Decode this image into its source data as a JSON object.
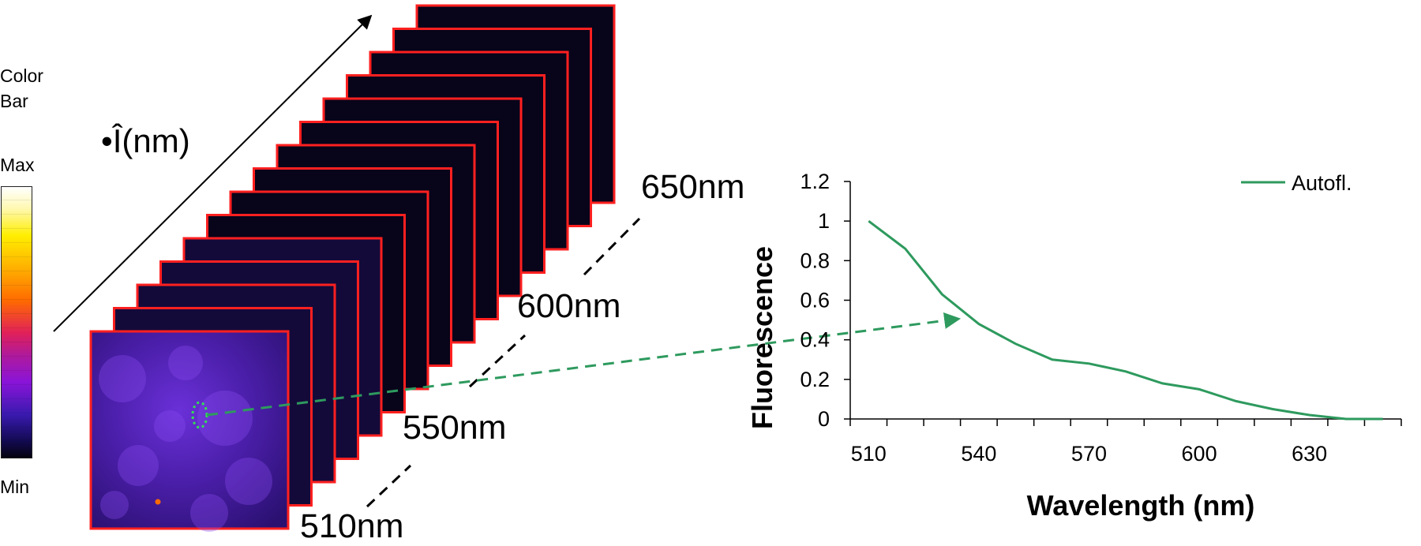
{
  "colorbar": {
    "title_line1": "Color",
    "title_line2": "Bar",
    "max_label": "Max",
    "min_label": "Min"
  },
  "stack": {
    "axis_label": "•Î(nm)",
    "wavelength_labels": [
      "510nm",
      "550nm",
      "600nm",
      "650nm"
    ],
    "frame_border_color": "#ff2020",
    "frame_fill_color": "#08041a",
    "frame_count": 15
  },
  "chart_data": {
    "type": "line",
    "xlabel": "Wavelength (nm)",
    "ylabel": "Fluorescence",
    "xlim": [
      505,
      655
    ],
    "ylim": [
      0,
      1.2
    ],
    "x_ticks": [
      510,
      540,
      570,
      600,
      630
    ],
    "y_ticks": [
      0,
      0.2,
      0.4,
      0.6,
      0.8,
      1,
      1.2
    ],
    "y_tick_labels": [
      "0",
      "0.2",
      "0.4",
      "0.6",
      "0.8",
      "1",
      "1.2"
    ],
    "legend": "top-right",
    "series": [
      {
        "name": "Autofl.",
        "color": "#2e9a5e",
        "x": [
          510,
          520,
          530,
          540,
          550,
          560,
          570,
          580,
          590,
          600,
          610,
          620,
          630,
          640,
          650
        ],
        "y": [
          1.0,
          0.86,
          0.63,
          0.48,
          0.38,
          0.3,
          0.28,
          0.24,
          0.18,
          0.15,
          0.09,
          0.05,
          0.02,
          0.0,
          0.0
        ]
      }
    ]
  }
}
